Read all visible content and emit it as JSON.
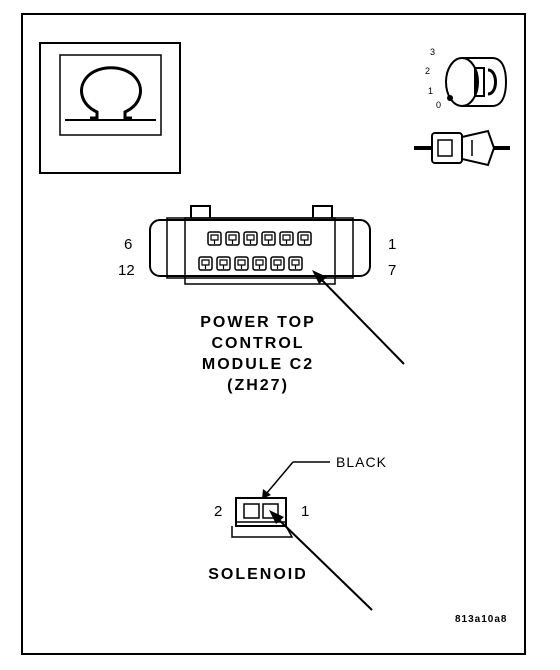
{
  "symbol": {
    "name": "ohm-meter-symbol",
    "glyph": "Ω"
  },
  "ignition": {
    "positions": [
      "3",
      "2",
      "1",
      "0"
    ]
  },
  "connector_c2": {
    "title_lines": [
      "POWER TOP",
      "CONTROL",
      "MODULE C2",
      "(ZH27)"
    ],
    "pin_labels": {
      "top_left": "6",
      "bottom_left": "12",
      "top_right": "1",
      "bottom_right": "7"
    },
    "top_row_cavities": 6,
    "bottom_row_cavities": 6
  },
  "solenoid": {
    "title": "SOLENOID",
    "wire_color_label": "BLACK",
    "pin_left": "2",
    "pin_right": "1"
  },
  "figure_id": "813a10a8"
}
